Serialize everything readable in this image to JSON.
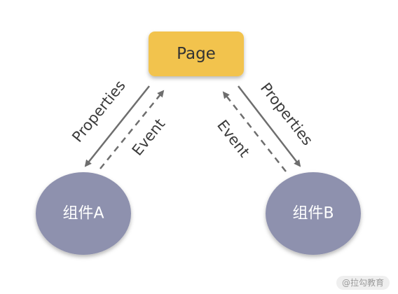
{
  "nodes": {
    "page": {
      "label": "Page",
      "color": "#F2C34E"
    },
    "component_a": {
      "label": "组件A",
      "color": "#8E91AE"
    },
    "component_b": {
      "label": "组件B",
      "color": "#8E91AE"
    }
  },
  "edges": {
    "left_properties": {
      "label": "Properties",
      "style": "solid"
    },
    "left_event": {
      "label": "Event",
      "style": "dashed"
    },
    "right_properties": {
      "label": "Properties",
      "style": "solid"
    },
    "right_event": {
      "label": "Event",
      "style": "dashed"
    }
  },
  "watermark": {
    "label": "@拉勾教育"
  },
  "colors": {
    "arrow": "#6E6E6E",
    "text": "#333333"
  }
}
